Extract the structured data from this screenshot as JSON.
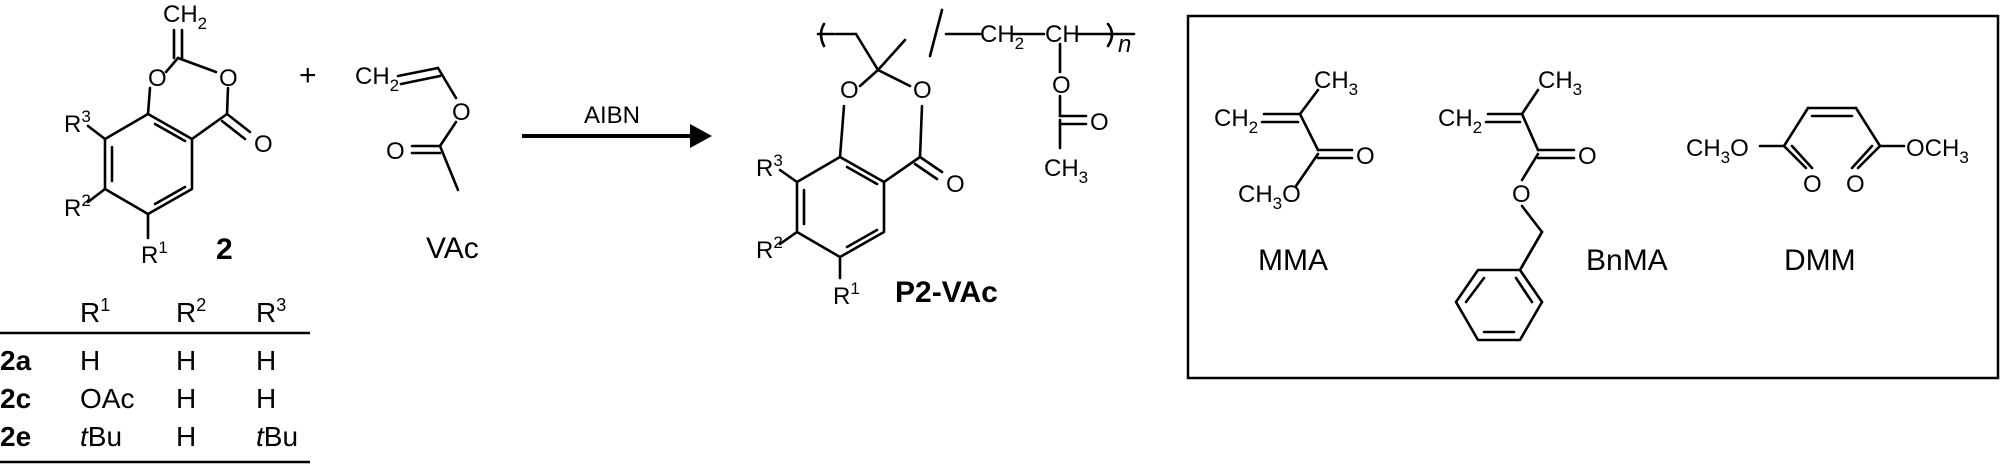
{
  "scheme": {
    "plus": "+",
    "compound2": {
      "ch2": "CH",
      "ch2_sub": "2",
      "o_ring1": "O",
      "o_ring2": "O",
      "o_carbonyl": "O",
      "r3": "R",
      "r3_sup": "3",
      "r2": "R",
      "r2_sup": "2",
      "r1": "R",
      "r1_sup": "1",
      "label": "2"
    },
    "vac": {
      "ch2": "CH",
      "ch2_sub": "2",
      "o_ester": "O",
      "o_carbonyl": "O",
      "label": "VAc"
    },
    "arrow": {
      "reagent": "AIBN"
    },
    "product": {
      "o_ring1": "O",
      "o_ring2": "O",
      "o_carbonyl": "O",
      "r3": "R",
      "r3_sup": "3",
      "r2": "R",
      "r2_sup": "2",
      "r1": "R",
      "r1_sup": "1",
      "ch2": "CH",
      "ch2_sub": "2",
      "ch": "CH",
      "n": "n",
      "o_side": "O",
      "o_acyl": "O",
      "ch3": "CH",
      "ch3_sub": "3",
      "label": "P2-VAc"
    },
    "table": {
      "headers": [
        {
          "text": "R",
          "sup": "1"
        },
        {
          "text": "R",
          "sup": "2"
        },
        {
          "text": "R",
          "sup": "3"
        }
      ],
      "rows": [
        {
          "id": "2a",
          "r1": "H",
          "r2": "H",
          "r3": "H"
        },
        {
          "id": "2c",
          "r1": "OAc",
          "r2": "H",
          "r3": "H"
        },
        {
          "id": "2e",
          "r1_italic": "t",
          "r1": "Bu",
          "r2": "H",
          "r3_italic": "t",
          "r3": "Bu"
        }
      ]
    },
    "box": {
      "mma": {
        "ch3": "CH",
        "ch3_sub": "3",
        "ch2": "CH",
        "ch2_sub": "2",
        "o_carbonyl": "O",
        "och3": "CH",
        "och3_sub": "3",
        "och3_o": "O",
        "label": "MMA"
      },
      "bnma": {
        "ch3": "CH",
        "ch3_sub": "3",
        "ch2": "CH",
        "ch2_sub": "2",
        "o_carbonyl": "O",
        "o_ester": "O",
        "label": "BnMA"
      },
      "dmm": {
        "left": "CH",
        "left_sub": "3",
        "left_o": "O",
        "right_o": "OCH",
        "right_sub": "3",
        "o1": "O",
        "o2": "O",
        "label": "DMM"
      }
    }
  }
}
